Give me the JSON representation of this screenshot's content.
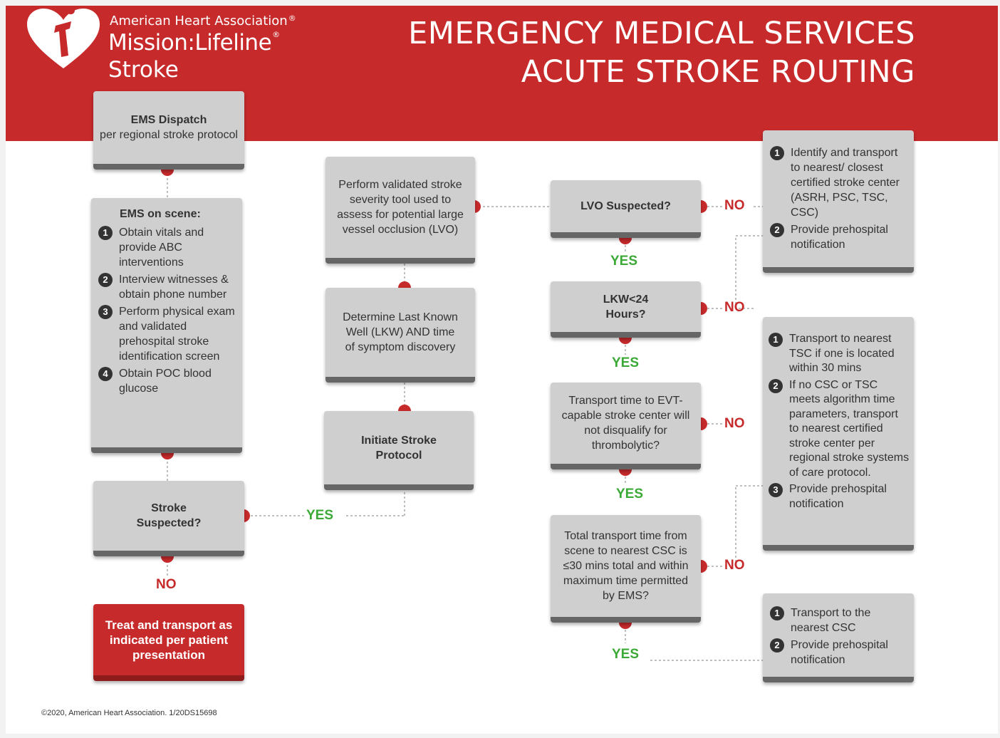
{
  "header": {
    "org": "American Heart Association",
    "program": "Mission:Lifeline",
    "program_sub": "Stroke",
    "title_line1": "EMERGENCY MEDICAL SERVICES",
    "title_line2": "ACUTE STROKE ROUTING"
  },
  "nodes": {
    "ems_dispatch": {
      "title": "EMS Dispatch",
      "body": "per regional stroke protocol"
    },
    "ems_on_scene": {
      "title": "EMS on scene:",
      "items": [
        "Obtain vitals and provide ABC interventions",
        "Interview witnesses & obtain phone number",
        "Perform physical exam and validated prehospital stroke identification screen",
        "Obtain POC blood glucose"
      ]
    },
    "stroke_suspected": "Stroke Suspected?",
    "treat_transport": "Treat and transport as indicated per patient presentation",
    "initiate_protocol": "Initiate Stroke Protocol",
    "determine_lkw": "Determine Last Known Well (LKW) AND time of symptom discovery",
    "severity_tool": "Perform validated stroke severity tool used to assess for potential large vessel occlusion (LVO)",
    "lvo_suspected": "LVO Suspected?",
    "lkw_24": "LKW<24 Hours?",
    "transport_time_evt": "Transport time to EVT-capable stroke center will not disqualify for thrombolytic?",
    "total_transport": "Total transport time from scene to nearest CSC is ≤30 mins total and within maximum time permitted by EMS?",
    "result_nearest_certified": {
      "items": [
        "Identify and transport to nearest/ closest certified stroke center (ASRH, PSC, TSC, CSC)",
        "Provide prehospital notification"
      ]
    },
    "result_tsc": {
      "items": [
        "Transport to nearest TSC if one is located within 30 mins",
        "If no CSC or TSC meets algorithm time parameters, transport to nearest certified stroke center per regional stroke systems of care protocol.",
        "Provide prehospital notification"
      ]
    },
    "result_csc": {
      "items": [
        "Transport to the nearest CSC",
        "Provide prehospital notification"
      ]
    }
  },
  "labels": {
    "yes": "YES",
    "no": "NO"
  },
  "footer": {
    "copyright": "©2020, American Heart Association. 1/20DS15698"
  },
  "colors": {
    "brand_red": "#c72a2b",
    "yes_green": "#3aa935",
    "box_gray": "#cfcfcf",
    "box_shadow_bar": "#666666"
  }
}
